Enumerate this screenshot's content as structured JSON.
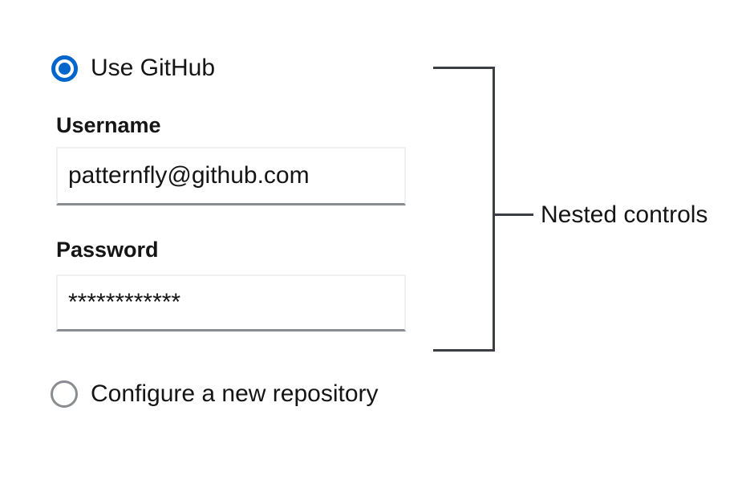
{
  "colors": {
    "accent_blue": "#0066cc",
    "text": "#151515",
    "radio_unchecked_border": "#8a8d90",
    "input_border_light": "#f0f0f0",
    "input_border_bottom": "#8a8d90",
    "bracket_line": "#3c3f42",
    "background": "#ffffff"
  },
  "radio_group": {
    "options": [
      {
        "label": "Use GitHub",
        "selected": true
      },
      {
        "label": "Configure a new repository",
        "selected": false
      }
    ]
  },
  "form": {
    "username": {
      "label": "Username",
      "value": "patternfly@github.com"
    },
    "password": {
      "label": "Password",
      "value": "************"
    }
  },
  "annotation": {
    "label": "Nested controls"
  }
}
